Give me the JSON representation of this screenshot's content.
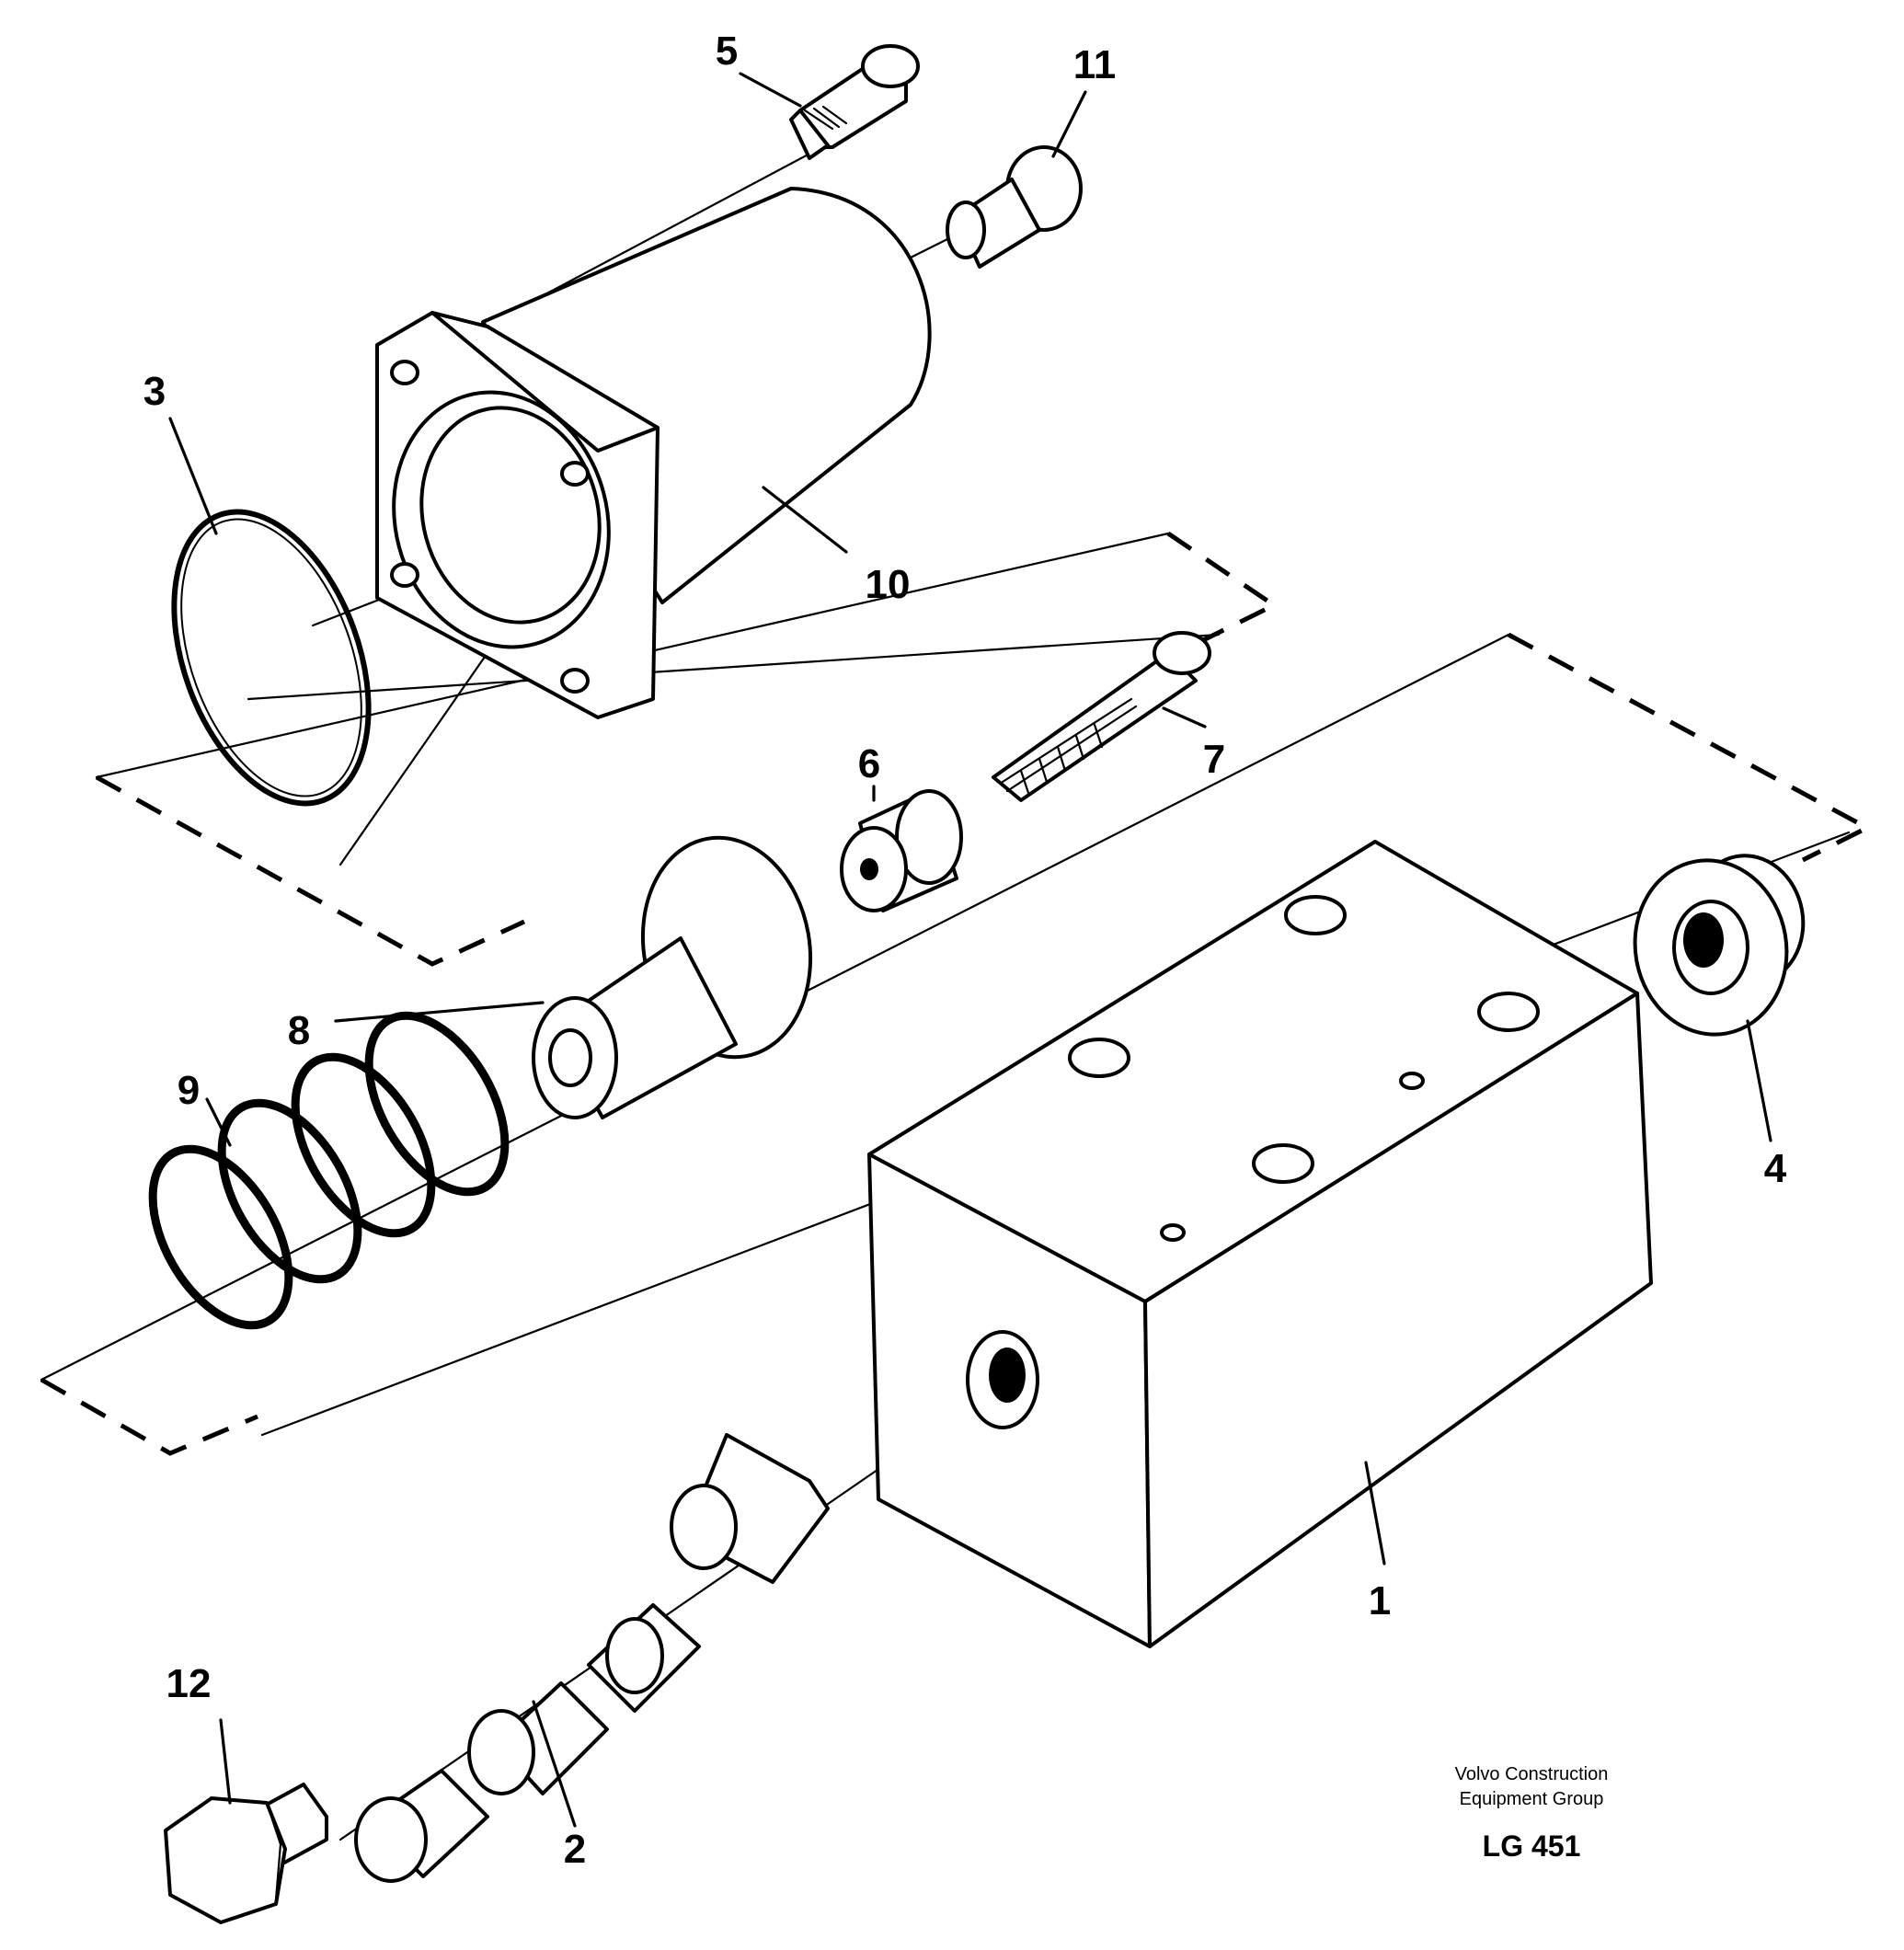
{
  "diagram": {
    "callouts": [
      "1",
      "2",
      "3",
      "4",
      "5",
      "6",
      "7",
      "8",
      "9",
      "10",
      "11",
      "12"
    ]
  },
  "footer": {
    "publisher_line1": "Volvo Construction",
    "publisher_line2": "Equipment Group",
    "drawing_code": "LG 451"
  }
}
